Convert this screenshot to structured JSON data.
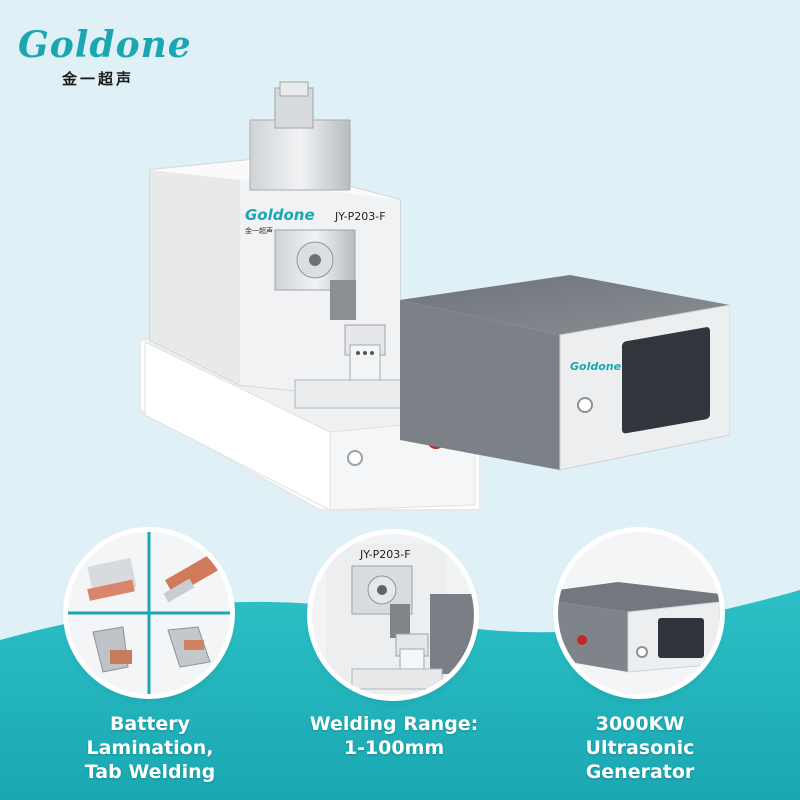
{
  "brand": {
    "logo_text": "Goldone",
    "logo_cn": "金一超声",
    "accent_color": "#1ba6b3",
    "wave_color": "#2cb8c0"
  },
  "machine": {
    "model_label": "JY-P203-F",
    "front_logo": "Goldone",
    "front_logo_cn": "金一超声"
  },
  "generator": {
    "logo": "Goldone"
  },
  "features": [
    {
      "lines": [
        "Battery",
        "Lamination,",
        "Tab Welding"
      ],
      "icon": "battery-tab-samples"
    },
    {
      "lines": [
        "Welding Range:",
        "1-100mm"
      ],
      "icon": "welding-head-closeup",
      "model_label": "JY-P203-F"
    },
    {
      "lines": [
        "3000KW",
        "Ultrasonic",
        "Generator"
      ],
      "icon": "ultrasonic-generator"
    }
  ]
}
